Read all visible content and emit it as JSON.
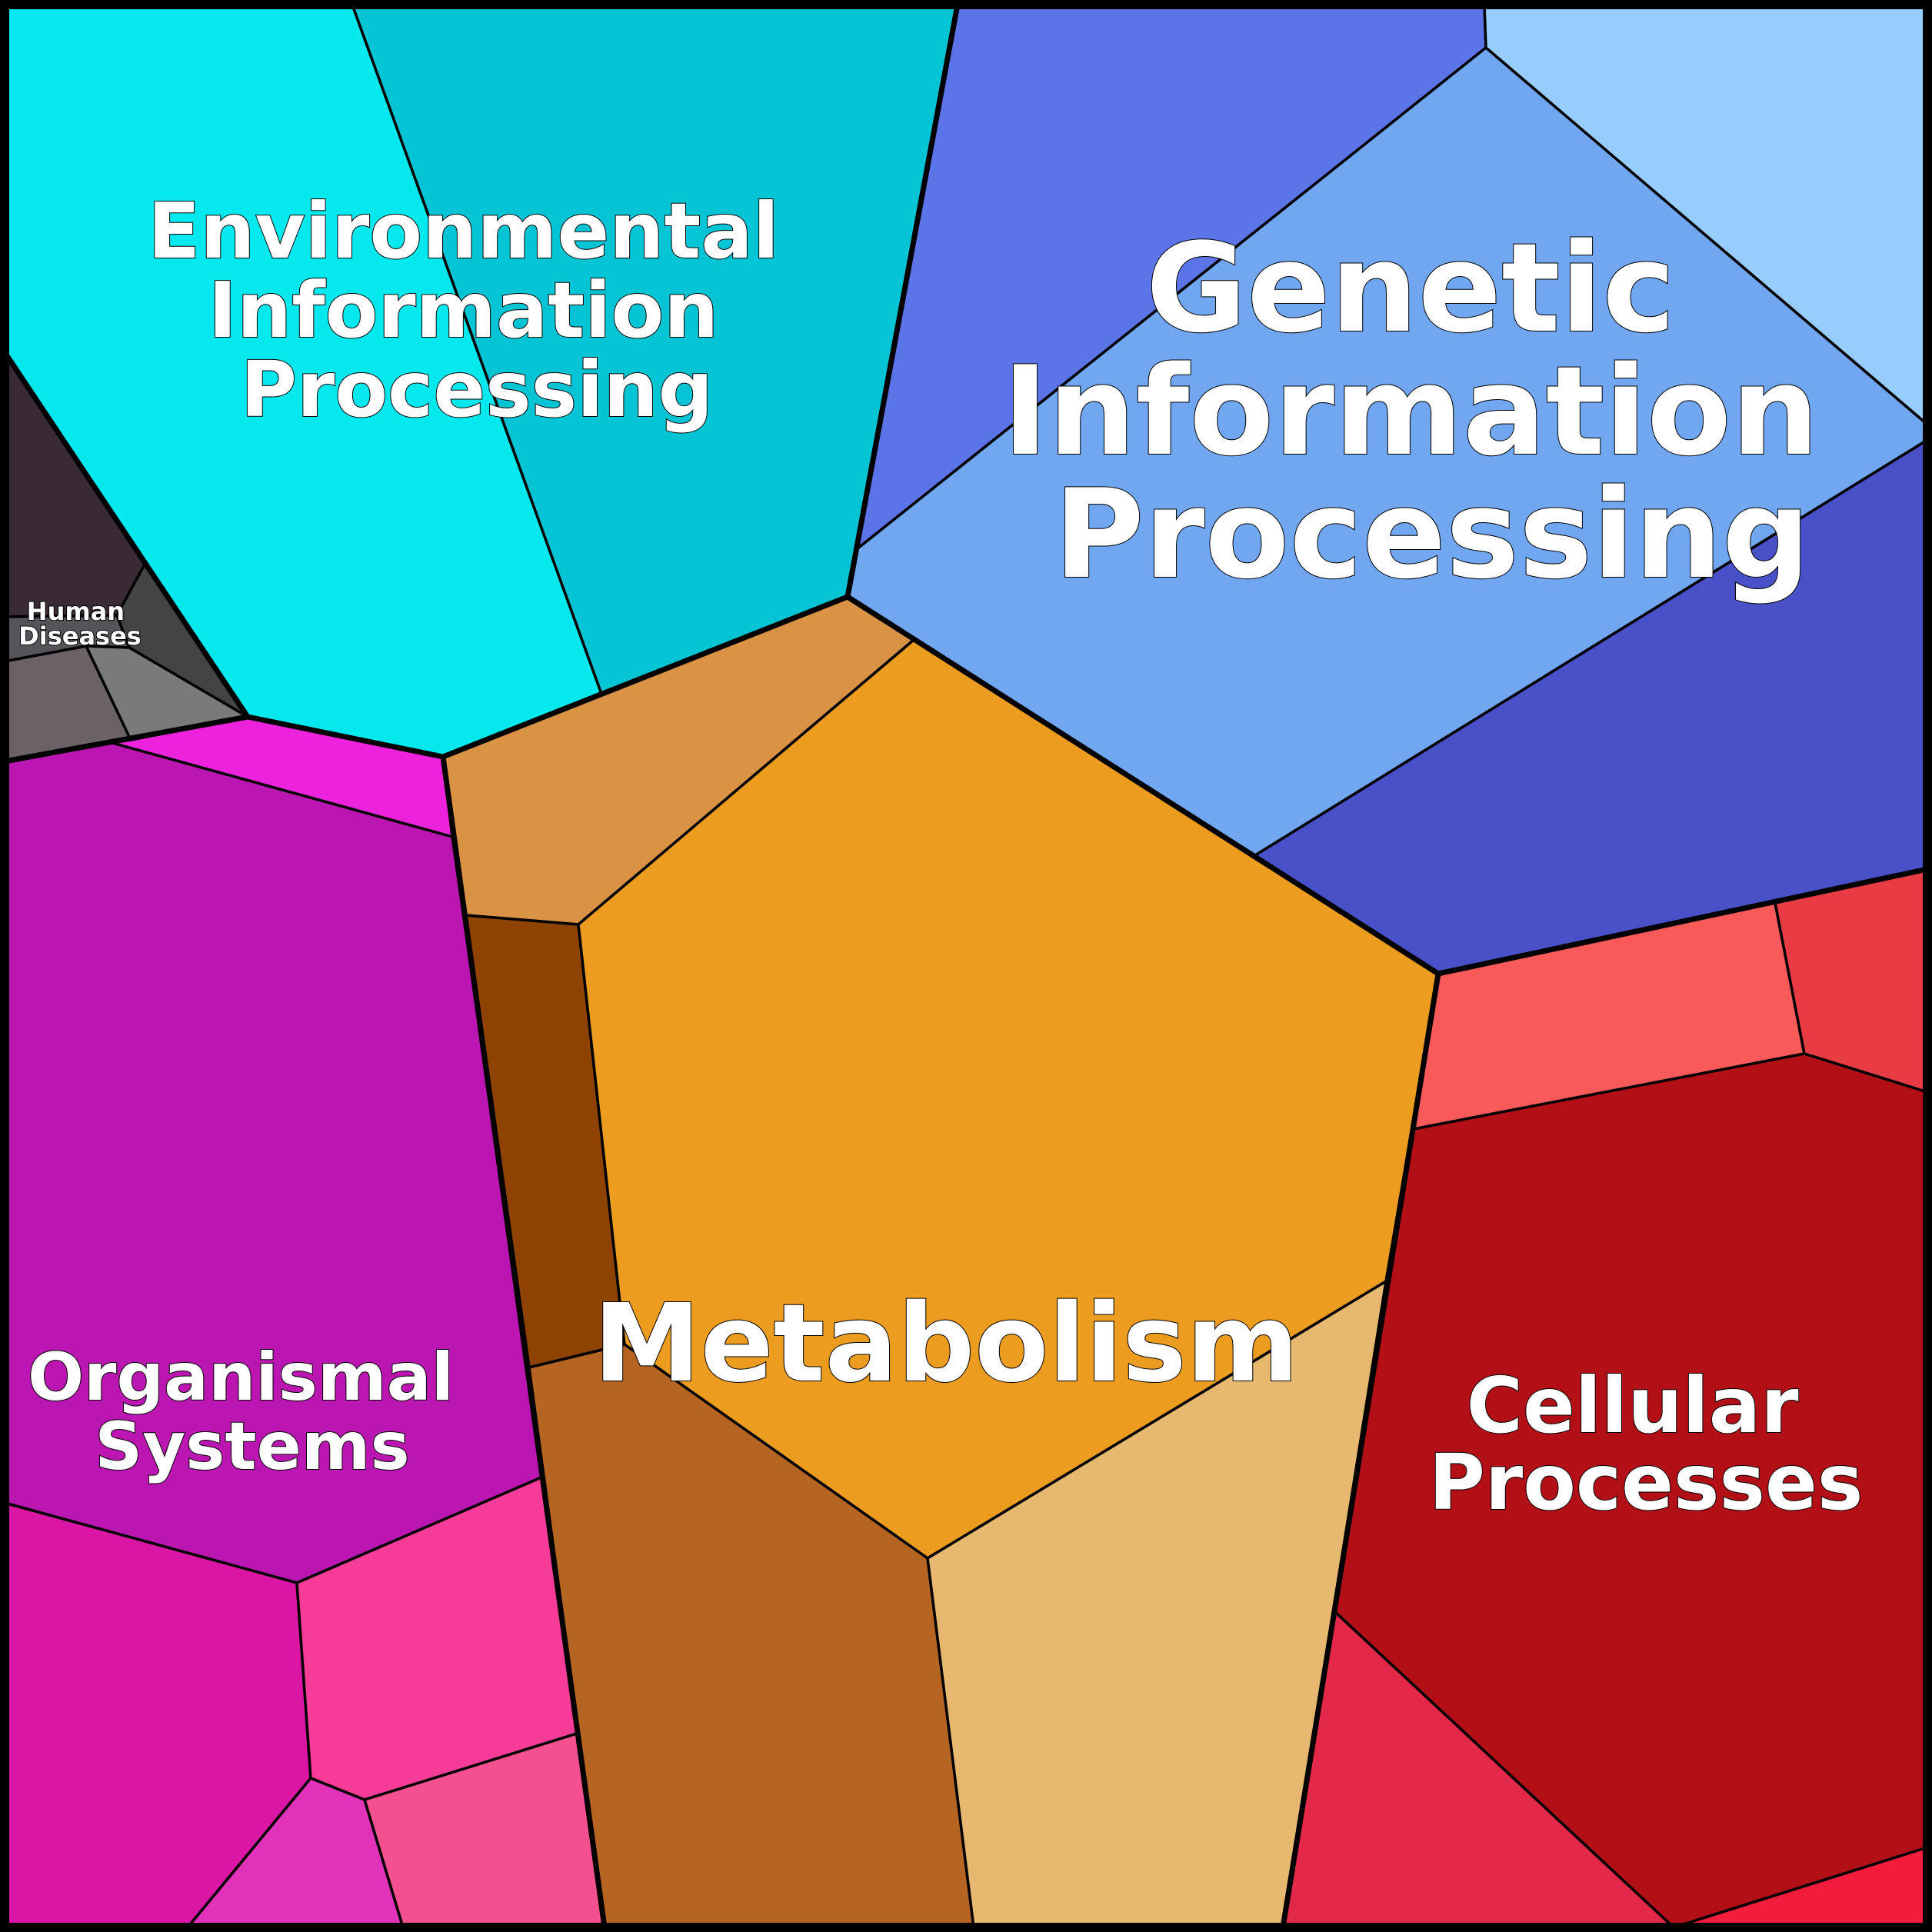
{
  "diagram": {
    "type": "voronoi-treemap",
    "groups": [
      {
        "id": "metabolism",
        "label": [
          "Metabolism"
        ],
        "color": "#ec9c1e"
      },
      {
        "id": "genetic",
        "label": [
          "Genetic",
          "Information",
          "Processing"
        ],
        "color": "#70a7f0"
      },
      {
        "id": "environmental",
        "label": [
          "Environmental",
          "Information",
          "Processing"
        ],
        "color": "#05e8ed"
      },
      {
        "id": "cellular",
        "label": [
          "Cellular",
          "Processes"
        ],
        "color": "#b30f16"
      },
      {
        "id": "organismal",
        "label": [
          "Organismal",
          "Systems"
        ],
        "color": "#bb16b2"
      },
      {
        "id": "human-diseases",
        "label": [
          "Human",
          "Diseases"
        ],
        "color": "#3a2a35"
      }
    ]
  }
}
